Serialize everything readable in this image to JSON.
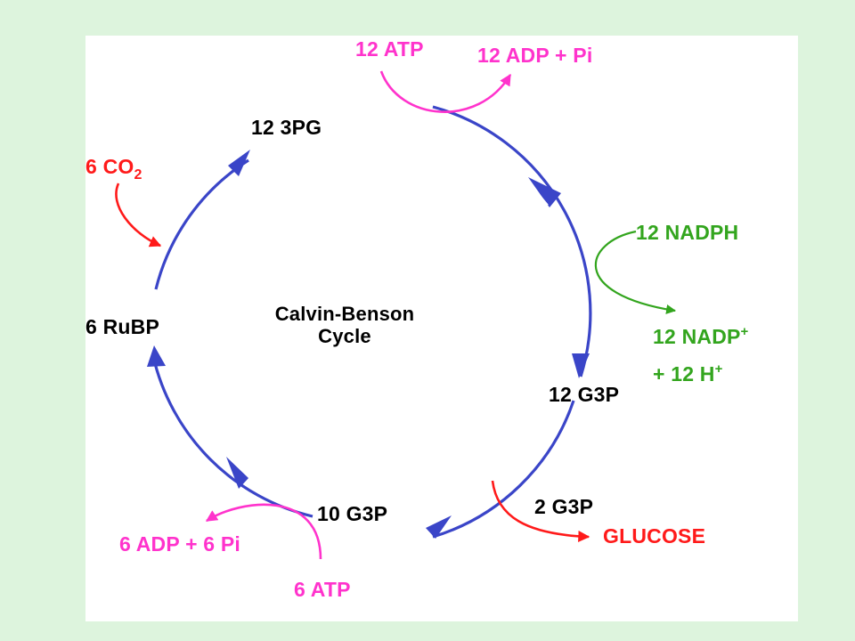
{
  "colors": {
    "background": "#ddf4dd",
    "panel": "#ffffff",
    "cycle": "#3a45c8",
    "atp": "#ff33cc",
    "nadph": "#33a51e",
    "co2_glucose": "#ff1a1a",
    "text": "#000000"
  },
  "diagram": {
    "center_title": [
      "Calvin-Benson",
      "Cycle"
    ],
    "nodes": {
      "pg": "12 3PG",
      "g3p_right": "12 G3P",
      "g3p_bottom": "10 G3P",
      "rubp": "6 RuBP"
    },
    "inputs": {
      "atp_top": "12 ATP",
      "adp_top": "12 ADP + Pi",
      "nadph": "12 NADPH",
      "nadp_plus": {
        "text": "12 NADP",
        "sup": "+"
      },
      "h_plus": {
        "text": "+ 12 H",
        "sup": "+"
      },
      "co2": {
        "text": "6 CO",
        "sub": "2"
      },
      "atp_bottom": "6 ATP",
      "adp_bottom": "6 ADP + 6 Pi"
    },
    "outputs": {
      "g3p_export": "2 G3P",
      "glucose": "GLUCOSE"
    }
  }
}
